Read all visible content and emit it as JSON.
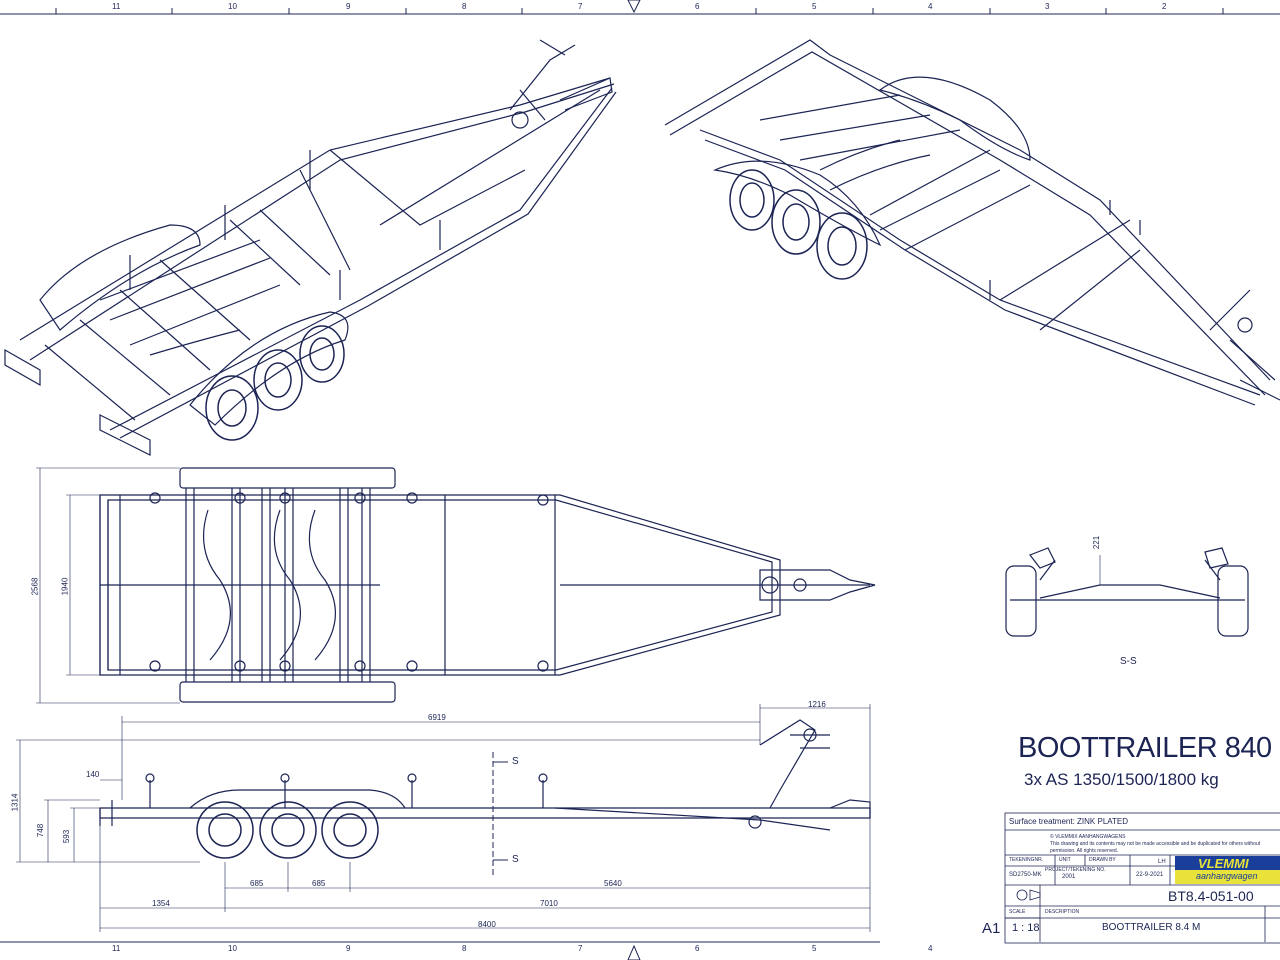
{
  "drawing": {
    "title": "BOOTTRAILER 840",
    "subtitle": "3x AS 1350/1500/1800 kg",
    "section_label": "S-S",
    "section_marker": "S",
    "sheet_size": "A1",
    "top_ticks": [
      "11",
      "10",
      "9",
      "8",
      "7",
      "6",
      "5",
      "4",
      "3",
      "2"
    ],
    "bottom_ticks": [
      "11",
      "10",
      "9",
      "8",
      "7",
      "6",
      "5",
      "4"
    ]
  },
  "dimensions": {
    "plan_width_outer": "2568",
    "plan_width_inner": "1940",
    "side_length_main": "6919",
    "side_hitch": "1216",
    "side_height_total": "1314",
    "side_height_mid": "748",
    "side_height_low": "593",
    "side_front_offset": "140",
    "axle_spacing_1": "685",
    "axle_spacing_2": "685",
    "axle_to_hitch": "5640",
    "rear_to_axle": "1354",
    "axle_overall": "7010",
    "overall_length": "8400",
    "section_height": "221"
  },
  "title_block": {
    "surface_treatment": "Surface treatment: ZINK PLATED",
    "copyright": "© VLEMMIX AANHANGWAGENS",
    "notice_1": "This drawing and its contents may not be made accessible and be duplicated for others without",
    "notice_2": "permission. All rights reserved.",
    "drawing_no_label": "TEKENINGNR.",
    "unit_label": "UNIT",
    "drawn_by_label": "DRAWN BY",
    "drawing_no": "SD2750-MK",
    "unit": "2001",
    "drawn_by": "LH",
    "date": "22-9-2021",
    "project_label": "PROJECT/TEKENING NO.",
    "part_number": "BT8.4-051-00",
    "scale_label": "SCALE",
    "scale": "1 : 18",
    "description_label": "DESCRIPTION",
    "description": "BOOTTRAILER 8.4 M",
    "company_name": "VLEMMI",
    "company_sub": "aanhangwagen"
  },
  "colors": {
    "line": "#1c2454",
    "logo_blue": "#1a3f9a",
    "logo_yellow": "#e8e23a"
  }
}
